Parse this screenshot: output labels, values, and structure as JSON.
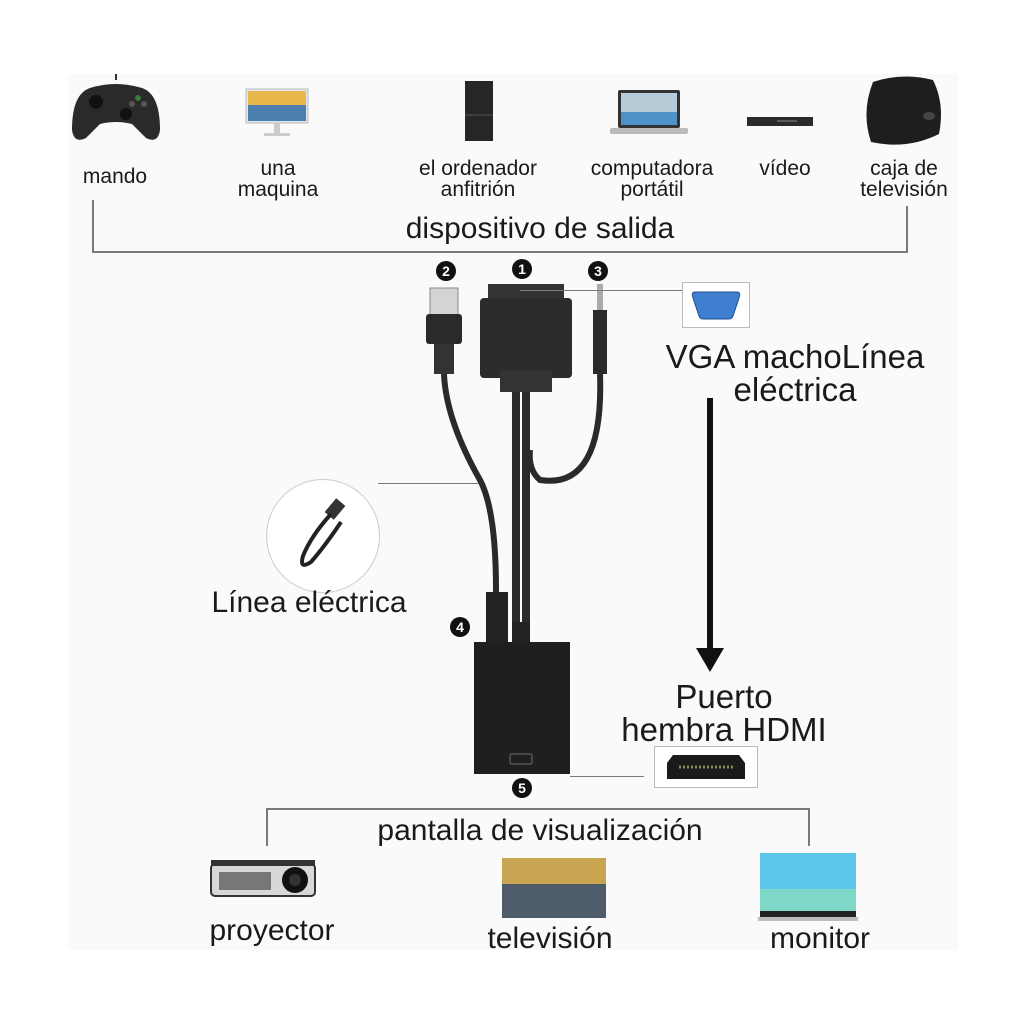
{
  "diagram": {
    "output_devices": {
      "group_label": "dispositivo de salida",
      "items": [
        {
          "label_line1": "mando",
          "label_line2": "",
          "icon": "gamepad-icon"
        },
        {
          "label_line1": "una",
          "label_line2": "maquina",
          "icon": "monitor-icon"
        },
        {
          "label_line1": "el ordenador",
          "label_line2": "anfitrión",
          "icon": "desktop-tower-icon"
        },
        {
          "label_line1": "computadora",
          "label_line2": "portátil",
          "icon": "laptop-icon"
        },
        {
          "label_line1": "vídeo",
          "label_line2": "",
          "icon": "dvd-player-icon"
        },
        {
          "label_line1": "caja de",
          "label_line2": "televisión",
          "icon": "tv-box-icon"
        }
      ]
    },
    "connectors": {
      "markers": [
        "1",
        "2",
        "3",
        "4",
        "5"
      ],
      "vga_label_line1": "VGA machoLínea",
      "vga_label_line2": "eléctrica",
      "power_label": "Línea eléctrica",
      "hdmi_label_line1": "Puerto",
      "hdmi_label_line2": "hembra HDMI"
    },
    "display_devices": {
      "group_label": "pantalla de visualización",
      "items": [
        {
          "label": "proyector",
          "icon": "projector-icon"
        },
        {
          "label": "televisión",
          "icon": "television-icon"
        },
        {
          "label": "monitor",
          "icon": "monitor-icon"
        }
      ]
    }
  }
}
